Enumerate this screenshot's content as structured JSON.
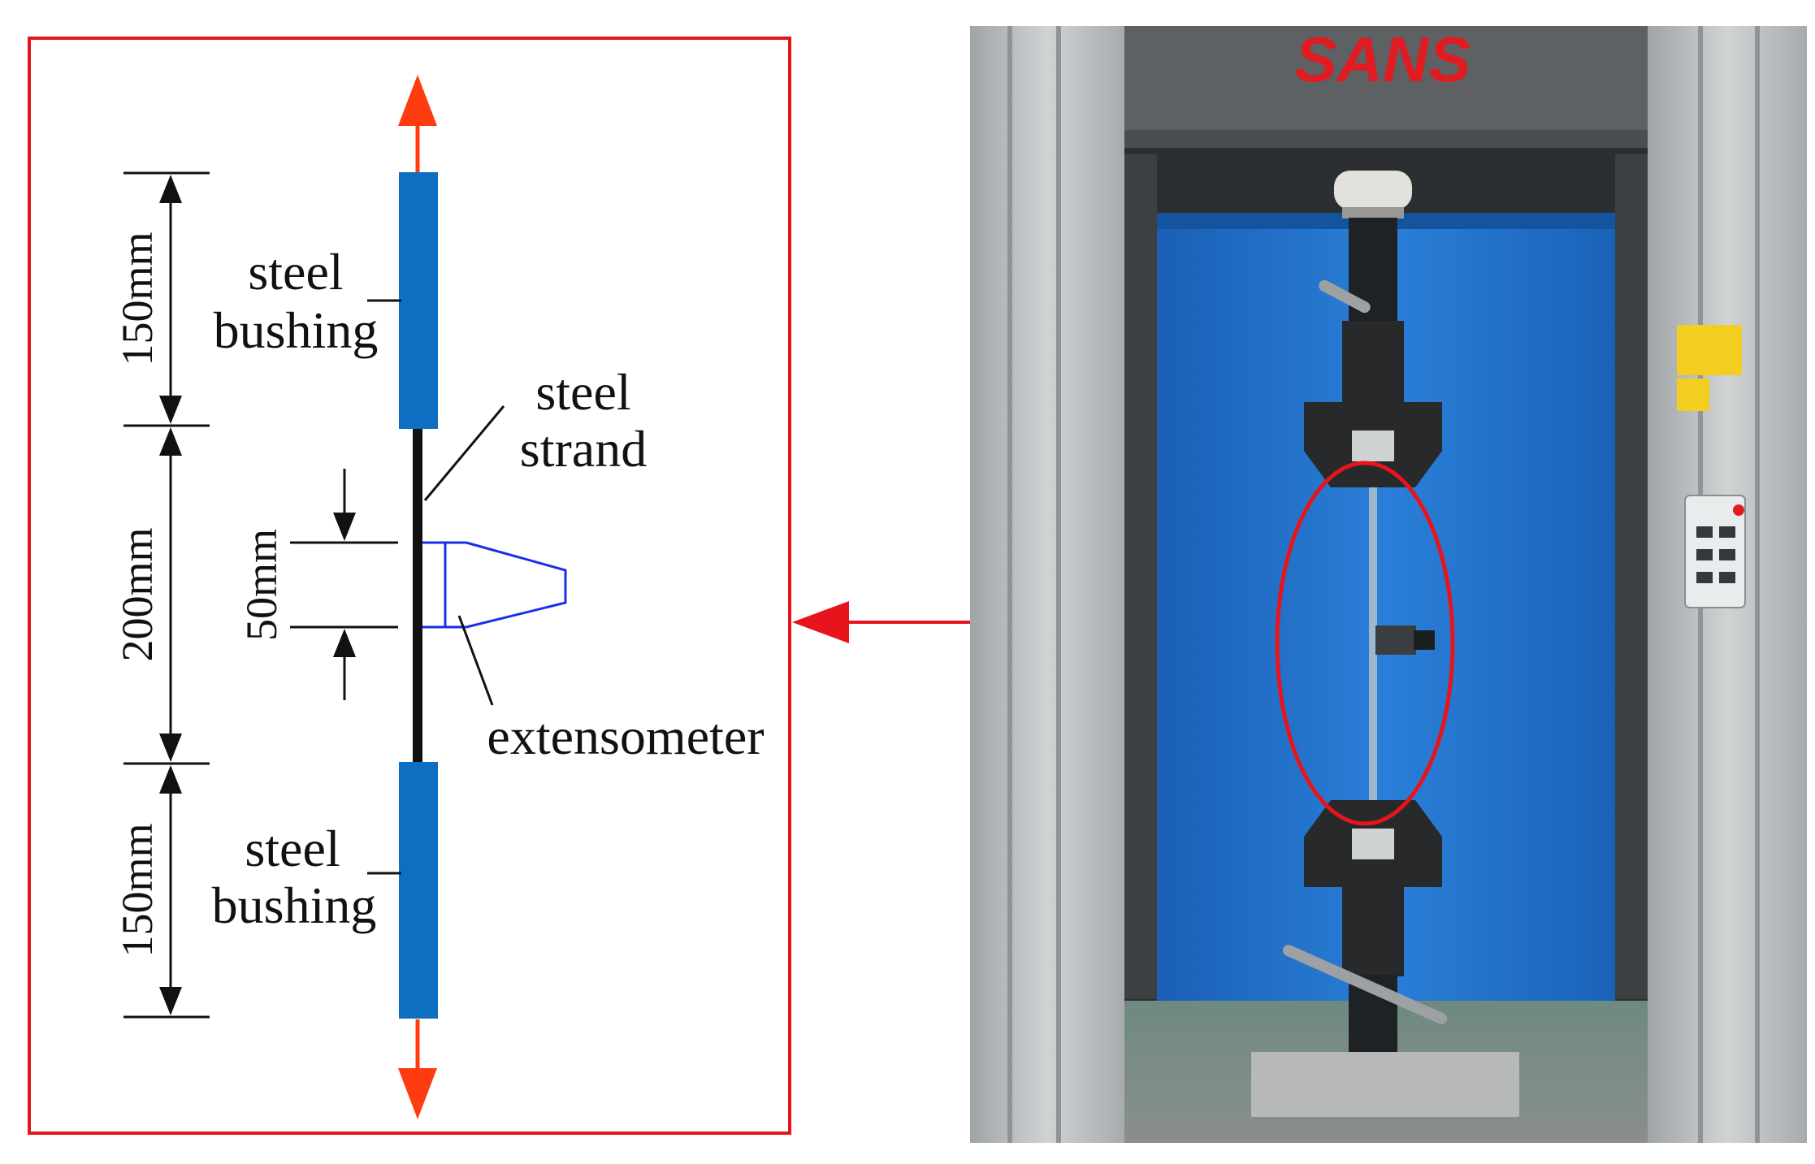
{
  "diagram": {
    "labels": {
      "steel_bushing_top_line1": "steel",
      "steel_bushing_top_line2": "bushing",
      "steel_strand_line1": "steel",
      "steel_strand_line2": "strand",
      "extensometer": "extensometer",
      "steel_bushing_bottom_line1": "steel",
      "steel_bushing_bottom_line2": "bushing"
    },
    "dimensions": {
      "top_bushing_length": "150mm",
      "free_strand_length": "200mm",
      "gauge_length": "50mm",
      "bottom_bushing_length": "150mm"
    }
  },
  "photo": {
    "machine_logo": "SANS"
  },
  "colors": {
    "frame_red": "#e8141c",
    "bushing_blue": "#0e6fc1",
    "load_arrow_orange": "#ff3b10",
    "extensometer_blue": "#1a2fe6",
    "dimension_black": "#111111",
    "curtain_blue": "#1f6fc8",
    "frame_gray": "#b8bcbd"
  }
}
